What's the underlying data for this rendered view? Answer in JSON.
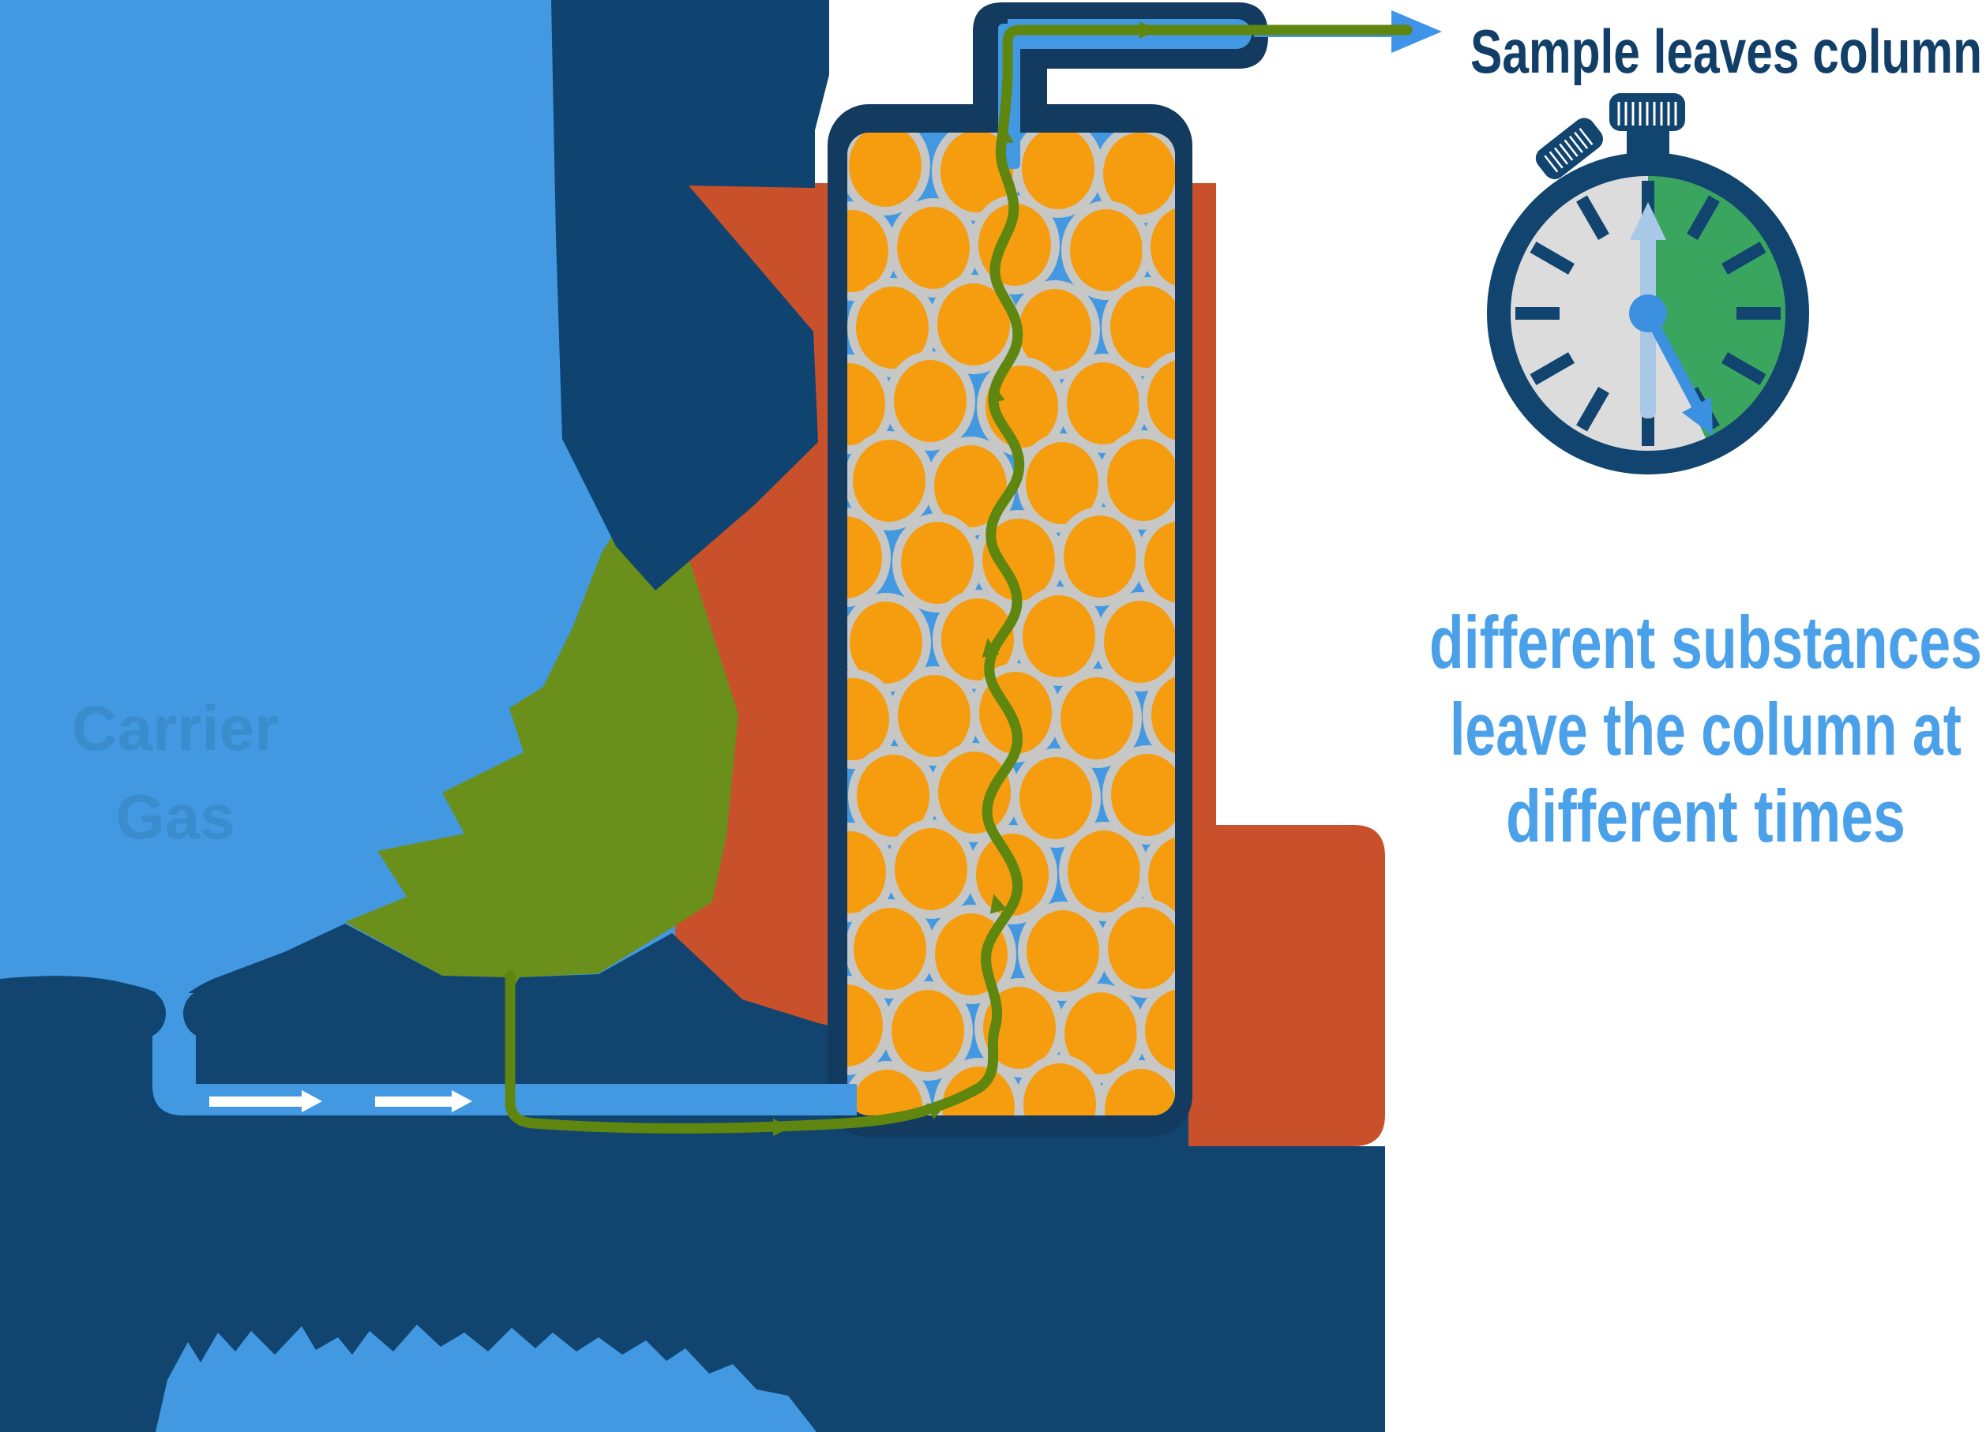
{
  "diagram": {
    "outlet_label": "Sample leaves column",
    "carrier_gas_label": {
      "line1": "Carrier",
      "line2": "Gas"
    },
    "caption": {
      "line1": "different substances",
      "line2": "leave the column at",
      "line3": "different times"
    },
    "icons": {
      "stopwatch": "stopwatch-icon",
      "flow_arrows": "flow-arrow-icon",
      "outlet_arrow": "outlet-arrow-icon"
    },
    "colors": {
      "background": "#ffffff",
      "light_blue": "#4299e2",
      "navy": "#11446f",
      "column_wall_navy": "#133a5f",
      "orange_red": "#c8512b",
      "bead_orange": "#f59d0f",
      "bead_ring_gray": "#c7c7c5",
      "sample_green": "#6b8f1b",
      "path_green": "#5f860e",
      "arrow_blue": "#3f93e8",
      "stopwatch_face_gray": "#dcdcdc",
      "stopwatch_green": "#3aa55e",
      "hand_pale_blue": "#a9c7e6",
      "hand_blue": "#3c90e0",
      "text_navy": "#123f68",
      "text_blue": "#4ba0ea",
      "text_carrier_blue": "#3a8ccd",
      "white_arrow": "#ffffff"
    }
  }
}
